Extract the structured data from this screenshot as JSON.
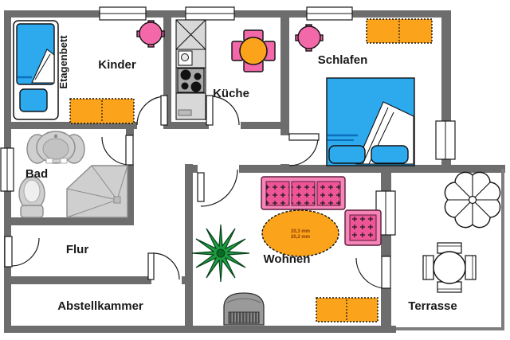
{
  "floorplan": {
    "rooms": {
      "kinder": "Kinder",
      "kueche": "Küche",
      "schlafen": "Schlafen",
      "bad": "Bad",
      "flur": "Flur",
      "abstellkammer": "Abstellkammer",
      "wohnen": "Wohnen",
      "terrasse": "Terrasse"
    },
    "annotations": {
      "bunk_bed": "Etagenbett",
      "coffee_table_note_line1": "20,3 mm",
      "coffee_table_note_line2": "20,2 mm"
    },
    "palette": {
      "wall_gray": "#6d6d6d",
      "terrace_border_gray": "#7e7e7e",
      "furniture_blue": "#2da9ee",
      "furniture_orange": "#fba41b",
      "furniture_pink": "#f268a8",
      "sofa_pink_light": "#f585b8",
      "sofa_pink_dark": "#ee5596",
      "fixture_gray": "#cfcfcf",
      "counter_gray": "#d8d8d8",
      "plant_green": "#1e9c40",
      "label_color": "#1a1a1a"
    }
  }
}
